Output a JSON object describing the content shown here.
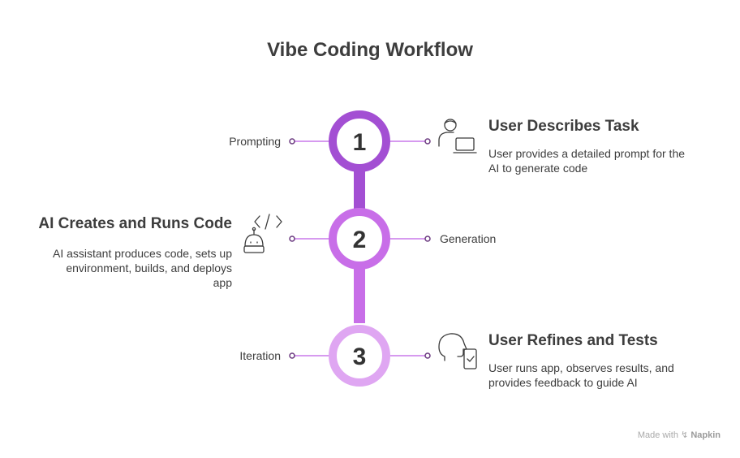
{
  "title": "Vibe Coding Workflow",
  "colors": {
    "step1": "#a34fd3",
    "step2": "#c86ee8",
    "step3": "#dfa6f2",
    "connector": "#c879ea",
    "icon": "#3a3a3a"
  },
  "steps": [
    {
      "number": "1",
      "side_label": "Prompting",
      "title": "User Describes Task",
      "description": "User provides a detailed prompt for the AI to generate code",
      "icon": "user-laptop-icon"
    },
    {
      "number": "2",
      "side_label": "Generation",
      "title": "AI Creates and Runs Code",
      "description": "AI assistant produces code, sets up environment, builds, and deploys app",
      "icon": "robot-code-icon"
    },
    {
      "number": "3",
      "side_label": "Iteration",
      "title": "User Refines and Tests",
      "description": "User runs app, observes results, and provides feedback to guide AI",
      "icon": "head-phone-check-icon"
    }
  ],
  "watermark": {
    "prefix": "Made with",
    "brand": "Napkin"
  }
}
